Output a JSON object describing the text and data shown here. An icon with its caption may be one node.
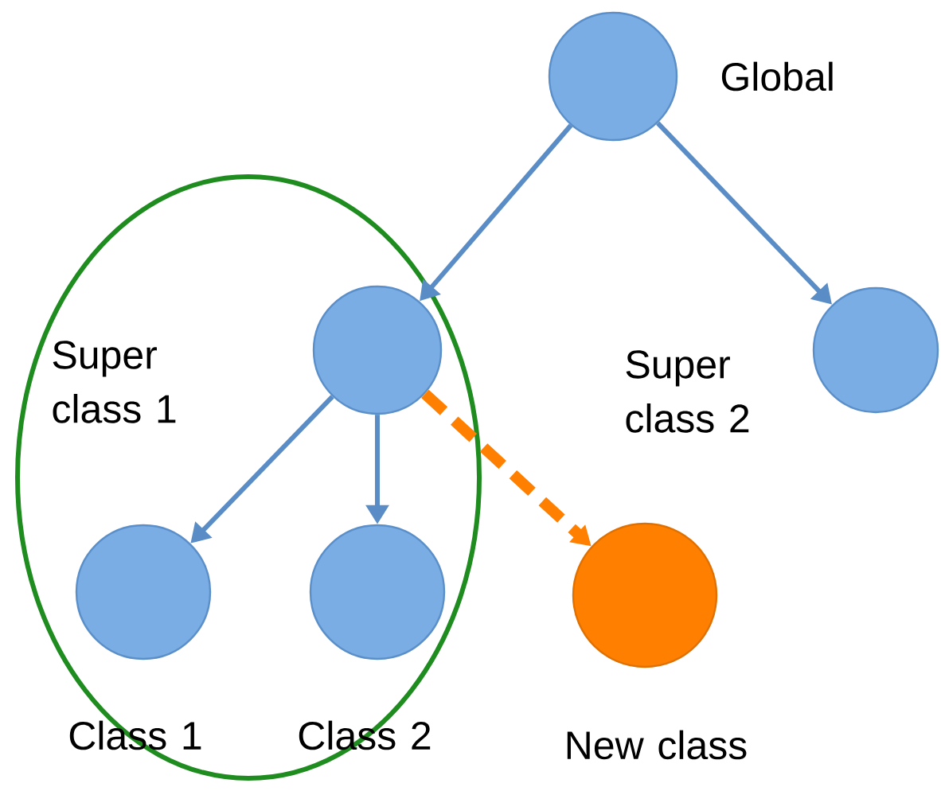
{
  "diagram": {
    "nodes": [
      {
        "text": [],
        "shape": "circle",
        "beside": [
          "Global"
        ]
      },
      {
        "text": [],
        "shape": "ellipse"
      },
      {
        "text": [],
        "shape": "circle",
        "in": 1,
        "beside": [
          "Super class 1"
        ]
      },
      {
        "text": [],
        "shape": "circle",
        "beside": [
          "Super class 2"
        ]
      },
      {
        "text": [],
        "shape": "circle",
        "in": 1,
        "beside": [
          "Class 1"
        ]
      },
      {
        "text": [],
        "shape": "circle",
        "in": 1,
        "beside": [
          "Class 2"
        ]
      },
      {
        "text": [],
        "shape": "circle",
        "beside": [
          "New class"
        ]
      }
    ],
    "edges": [
      {
        "from": 0,
        "to": 2,
        "arrow": "to"
      },
      {
        "from": 0,
        "to": 3,
        "arrow": "to"
      },
      {
        "from": 2,
        "to": 4,
        "arrow": "to"
      },
      {
        "from": 2,
        "to": 5,
        "arrow": "to"
      },
      {
        "from": 2,
        "to": 6,
        "arrow": "to",
        "style": "dashed",
        "color": "#ff8000"
      }
    ]
  }
}
